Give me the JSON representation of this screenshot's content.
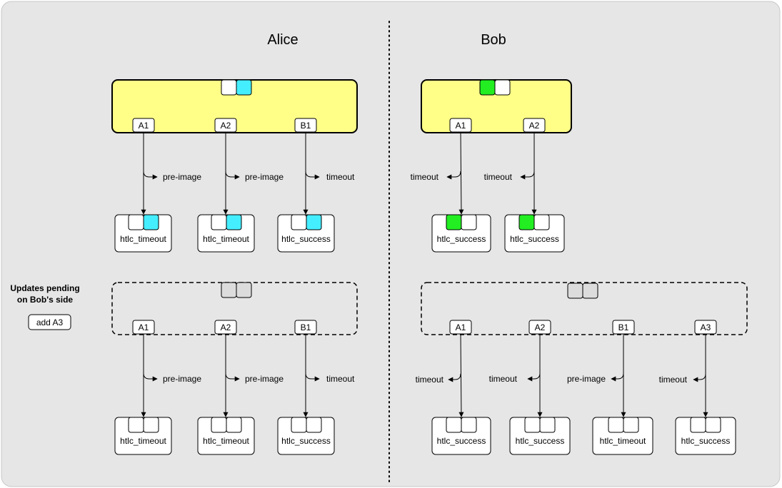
{
  "titles": {
    "alice": "Alice",
    "bob": "Bob"
  },
  "pending": {
    "line1": "Updates pending",
    "line2": "on Bob's side",
    "button": "add A3"
  },
  "colors": {
    "yellow": "#ffff88",
    "cyan": "#44eeff",
    "green": "#22ee22",
    "grey": "#e6e6e6",
    "pending": "#dcdcdc"
  },
  "alice_current": {
    "outputs": [
      {
        "id": "A1",
        "edge": "pre-image",
        "tx": "htlc_timeout"
      },
      {
        "id": "A2",
        "edge": "pre-image",
        "tx": "htlc_timeout"
      },
      {
        "id": "B1",
        "edge": "timeout",
        "tx": "htlc_success"
      }
    ]
  },
  "bob_current": {
    "outputs": [
      {
        "id": "A1",
        "edge": "timeout",
        "tx": "htlc_success"
      },
      {
        "id": "A2",
        "edge": "timeout",
        "tx": "htlc_success"
      }
    ]
  },
  "alice_pending": {
    "outputs": [
      {
        "id": "A1",
        "edge": "pre-image",
        "tx": "htlc_timeout"
      },
      {
        "id": "A2",
        "edge": "pre-image",
        "tx": "htlc_timeout"
      },
      {
        "id": "B1",
        "edge": "timeout",
        "tx": "htlc_success"
      }
    ]
  },
  "bob_pending": {
    "outputs": [
      {
        "id": "A1",
        "edge": "timeout",
        "tx": "htlc_success"
      },
      {
        "id": "A2",
        "edge": "timeout",
        "tx": "htlc_success"
      },
      {
        "id": "B1",
        "edge": "pre-image",
        "tx": "htlc_timeout"
      },
      {
        "id": "A3",
        "edge": "timeout",
        "tx": "htlc_success"
      }
    ]
  }
}
